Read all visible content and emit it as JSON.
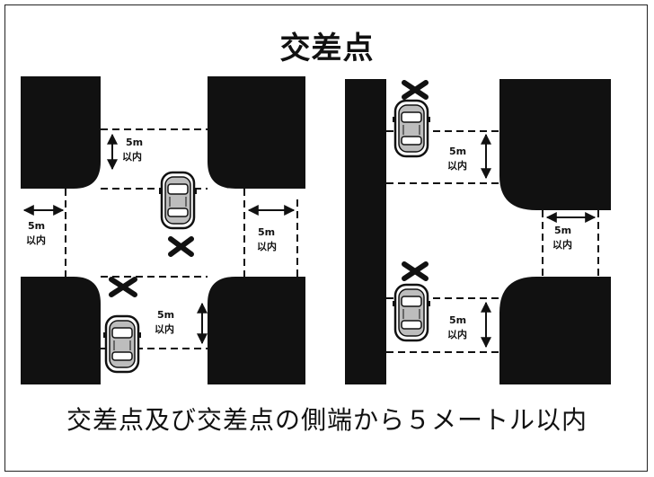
{
  "title": "交差点",
  "caption": "交差点及び交差点の側端から５メートル以内",
  "distance_label_top": "5m",
  "distance_label_bottom": "以内",
  "prohibited_mark": "✕",
  "colors": {
    "ink": "#111111",
    "road": "#ffffff",
    "car_body": "#bdbdbd"
  }
}
